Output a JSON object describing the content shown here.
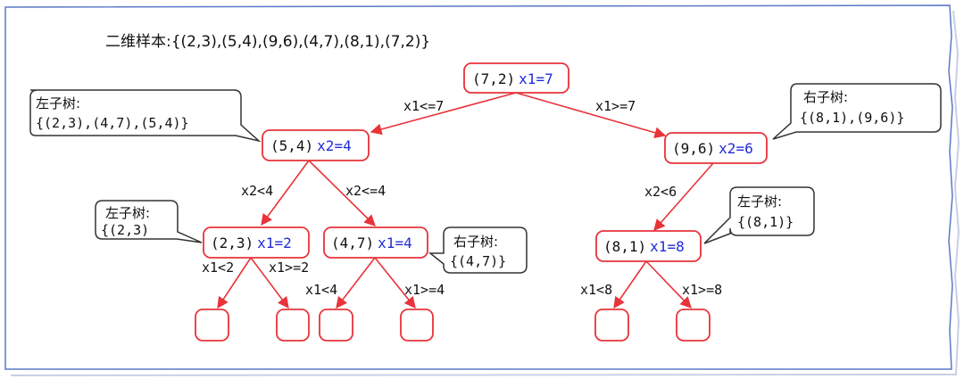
{
  "title": "二维样本:{(2,3),(5,4),(9,6),(4,7),(8,1),(7,2)}",
  "colors": {
    "edge": "#e8333a",
    "split": "#1f2bd6",
    "text": "#111111",
    "frame": "#5a78c8",
    "callout": "#333333"
  },
  "nodes": [
    {
      "id": "n72",
      "point": "(7,2)",
      "split": "x1=7"
    },
    {
      "id": "n54",
      "point": "(5,4)",
      "split": "x2=4"
    },
    {
      "id": "n96",
      "point": "(9,6)",
      "split": "x2=6"
    },
    {
      "id": "n23",
      "point": "(2,3)",
      "split": "x1=2"
    },
    {
      "id": "n47",
      "point": "(4,7)",
      "split": "x1=4"
    },
    {
      "id": "n81",
      "point": "(8,1)",
      "split": "x1=8"
    }
  ],
  "empty_leaf_count": 6,
  "edges": [
    {
      "id": "e1",
      "label": "x1<=7"
    },
    {
      "id": "e2",
      "label": "x1>=7"
    },
    {
      "id": "e3",
      "label": "x2<4"
    },
    {
      "id": "e4",
      "label": "x2<=4"
    },
    {
      "id": "e5",
      "label": "x2<6"
    },
    {
      "id": "e6",
      "label": "x1<2"
    },
    {
      "id": "e7",
      "label": "x1>=2"
    },
    {
      "id": "e8",
      "label": "x1<4"
    },
    {
      "id": "e9",
      "label": "x1>=4"
    },
    {
      "id": "e10",
      "label": "x1<8"
    },
    {
      "id": "e11",
      "label": "x1>=8"
    }
  ],
  "callouts": [
    {
      "id": "c1",
      "title": "左子树:",
      "content": "{(2,3),(4,7),(5,4)}"
    },
    {
      "id": "c2",
      "title": "右子树:",
      "content": "{(8,1),(9,6)}"
    },
    {
      "id": "c3",
      "title": "左子树:",
      "content": "{(2,3)"
    },
    {
      "id": "c4",
      "title": "右子树:",
      "content": "{(4,7)}"
    },
    {
      "id": "c5",
      "title": "左子树:",
      "content": "{(8,1)}"
    }
  ]
}
